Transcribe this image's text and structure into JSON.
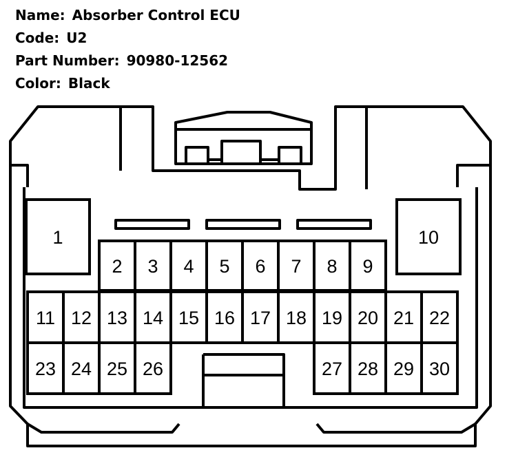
{
  "header": {
    "name_label": "Name:",
    "name_value": "Absorber Control ECU",
    "code_label": "Code:",
    "code_value": "U2",
    "part_label": "Part Number:",
    "part_value": "90980-12562",
    "color_label": "Color:",
    "color_value": "Black"
  },
  "pins": [
    "1",
    "2",
    "3",
    "4",
    "5",
    "6",
    "7",
    "8",
    "9",
    "10",
    "11",
    "12",
    "13",
    "14",
    "15",
    "16",
    "17",
    "18",
    "19",
    "20",
    "21",
    "22",
    "23",
    "24",
    "25",
    "26",
    "27",
    "28",
    "29",
    "30"
  ]
}
